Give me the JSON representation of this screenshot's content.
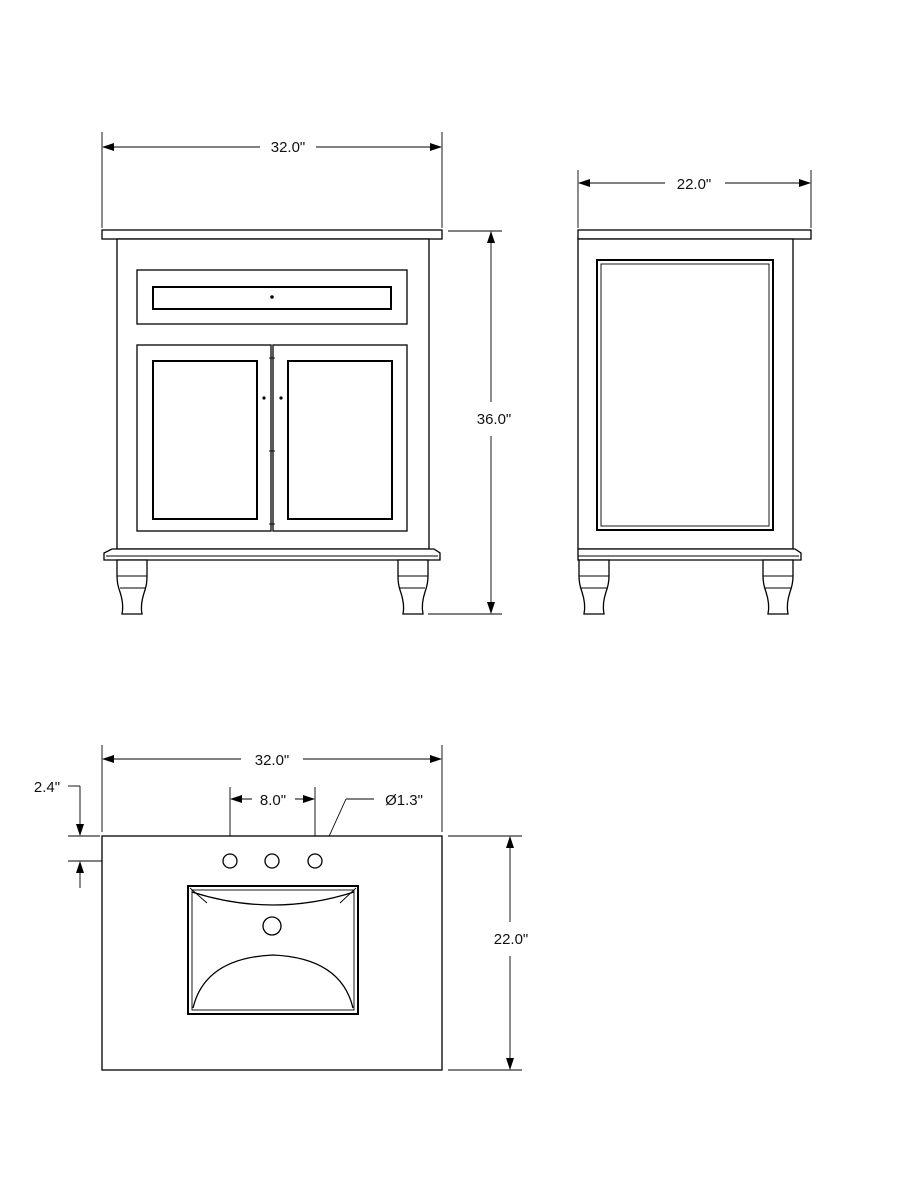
{
  "dimensions": {
    "front_width": "32.0\"",
    "front_height": "36.0\"",
    "side_depth": "22.0\"",
    "top_width": "32.0\"",
    "top_depth": "22.0\"",
    "faucet_spread": "8.0\"",
    "faucet_offset": "2.4\"",
    "hole_diameter": "Ø1.3\""
  }
}
